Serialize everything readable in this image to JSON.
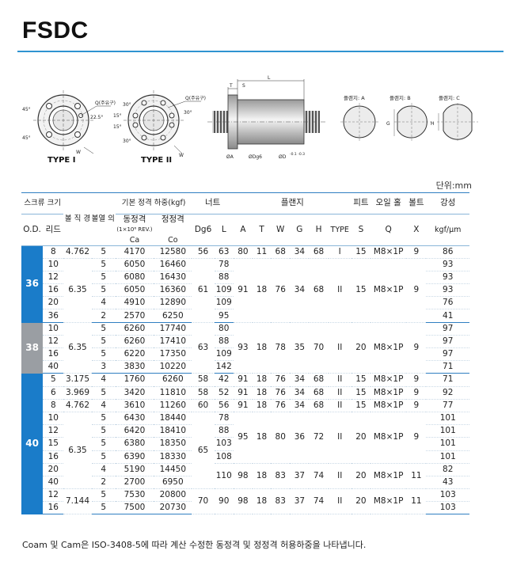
{
  "title": "FSDC",
  "unit": "단위:mm",
  "footnote": "Coam 및 Cam은 ISO-3408-5에 따라 계산 수정한 동정격 및 정정격 허용하중을 나타냅니다.",
  "drawing": {
    "type1_label": "TYPE I",
    "type2_label": "TYPE II",
    "q_label": "Q(주유구)",
    "angles1": [
      "45°",
      "22.5°",
      "45°"
    ],
    "angles2": [
      "30°",
      "30°",
      "15°",
      "15°",
      "30°"
    ],
    "w_label": "W",
    "side_labels": [
      "L",
      "T",
      "S",
      "ØA",
      "ØDg6",
      "ØD"
    ],
    "side_tol": "-0.1\n-0.3",
    "flange_labels": [
      "플랜지: A",
      "플랜지: B",
      "플랜지: C"
    ],
    "g_label": "G",
    "h_label": "H"
  },
  "header": {
    "screw_size": "스크류 크기",
    "od": "O.D.",
    "lead": "리드",
    "ball_dia": "볼 직 경",
    "ball_rows": "볼열 의 수",
    "basic_load": "기본 정격 하중(kgf)",
    "dyn_rating": "동정격",
    "dyn_sub": "(1×10⁶ REV.)",
    "ca": "Ca",
    "static_rating": "정정격",
    "co": "Co",
    "nut": "너트",
    "dg6": "Dg6",
    "l": "L",
    "flange": "플랜지",
    "a": "A",
    "t": "T",
    "w": "W",
    "g": "G",
    "h": "H",
    "type": "TYPE",
    "pitch": "피트",
    "s": "S",
    "oil_hole": "오일 홀",
    "q": "Q",
    "bolt": "볼트",
    "x": "X",
    "rigidity": "강성",
    "rig_unit": "kgf/μm"
  },
  "rows": [
    {
      "lead": "8",
      "ball": "4.762",
      "rows": "5",
      "ca": "4170",
      "co": "12580",
      "dg6": "56",
      "l": "63",
      "a": "80",
      "t": "11",
      "w": "68",
      "g": "34",
      "h": "68",
      "type": "I",
      "s": "15",
      "q": "M8×1P",
      "x": "9",
      "rig": "86"
    },
    {
      "lead": "10",
      "ball": "",
      "rows": "5",
      "ca": "6050",
      "co": "16460",
      "dg6": "",
      "l": "78",
      "a": "",
      "t": "",
      "w": "",
      "g": "",
      "h": "",
      "type": "",
      "s": "",
      "q": "",
      "x": "",
      "rig": "93"
    },
    {
      "lead": "12",
      "ball": "",
      "rows": "5",
      "ca": "6080",
      "co": "16430",
      "dg6": "",
      "l": "88",
      "a": "",
      "t": "",
      "w": "",
      "g": "",
      "h": "",
      "type": "",
      "s": "",
      "q": "",
      "x": "",
      "rig": "93"
    },
    {
      "lead": "16",
      "ball": "6.35",
      "rows": "5",
      "ca": "6050",
      "co": "16360",
      "dg6": "61",
      "l": "109",
      "a": "91",
      "t": "18",
      "w": "76",
      "g": "34",
      "h": "68",
      "type": "II",
      "s": "15",
      "q": "M8×1P",
      "x": "9",
      "rig": "93"
    },
    {
      "lead": "20",
      "ball": "",
      "rows": "4",
      "ca": "4910",
      "co": "12890",
      "dg6": "",
      "l": "109",
      "a": "",
      "t": "",
      "w": "",
      "g": "",
      "h": "",
      "type": "",
      "s": "",
      "q": "",
      "x": "",
      "rig": "76"
    },
    {
      "lead": "36",
      "ball": "",
      "rows": "2",
      "ca": "2570",
      "co": "6250",
      "dg6": "",
      "l": "95",
      "a": "",
      "t": "",
      "w": "",
      "g": "",
      "h": "",
      "type": "",
      "s": "",
      "q": "",
      "x": "",
      "rig": "41"
    },
    {
      "lead": "10",
      "ball": "",
      "rows": "5",
      "ca": "6260",
      "co": "17740",
      "dg6": "",
      "l": "80",
      "a": "",
      "t": "",
      "w": "",
      "g": "",
      "h": "",
      "type": "",
      "s": "",
      "q": "",
      "x": "",
      "rig": "97"
    },
    {
      "lead": "12",
      "ball": "6.35",
      "rows": "5",
      "ca": "6260",
      "co": "17410",
      "dg6": "63",
      "l": "88",
      "a": "93",
      "t": "18",
      "w": "78",
      "g": "35",
      "h": "70",
      "type": "II",
      "s": "20",
      "q": "M8×1P",
      "x": "9",
      "rig": "97"
    },
    {
      "lead": "16",
      "ball": "",
      "rows": "5",
      "ca": "6220",
      "co": "17350",
      "dg6": "",
      "l": "109",
      "a": "",
      "t": "",
      "w": "",
      "g": "",
      "h": "",
      "type": "",
      "s": "",
      "q": "",
      "x": "",
      "rig": "97"
    },
    {
      "lead": "40",
      "ball": "",
      "rows": "3",
      "ca": "3830",
      "co": "10220",
      "dg6": "",
      "l": "142",
      "a": "",
      "t": "",
      "w": "",
      "g": "",
      "h": "",
      "type": "",
      "s": "",
      "q": "",
      "x": "",
      "rig": "71"
    },
    {
      "lead": "5",
      "ball": "3.175",
      "rows": "4",
      "ca": "1760",
      "co": "6260",
      "dg6": "58",
      "l": "42",
      "a": "91",
      "t": "18",
      "w": "76",
      "g": "34",
      "h": "68",
      "type": "II",
      "s": "15",
      "q": "M8×1P",
      "x": "9",
      "rig": "71"
    },
    {
      "lead": "6",
      "ball": "3.969",
      "rows": "5",
      "ca": "3420",
      "co": "11810",
      "dg6": "58",
      "l": "52",
      "a": "91",
      "t": "18",
      "w": "76",
      "g": "34",
      "h": "68",
      "type": "II",
      "s": "15",
      "q": "M8×1P",
      "x": "9",
      "rig": "92"
    },
    {
      "lead": "8",
      "ball": "4.762",
      "rows": "4",
      "ca": "3610",
      "co": "11260",
      "dg6": "60",
      "l": "56",
      "a": "91",
      "t": "18",
      "w": "76",
      "g": "34",
      "h": "68",
      "type": "II",
      "s": "15",
      "q": "M8×1P",
      "x": "9",
      "rig": "77"
    },
    {
      "lead": "10",
      "ball": "",
      "rows": "5",
      "ca": "6430",
      "co": "18440",
      "dg6": "",
      "l": "78",
      "a": "",
      "t": "",
      "w": "",
      "g": "",
      "h": "",
      "type": "",
      "s": "",
      "q": "",
      "x": "",
      "rig": "101"
    },
    {
      "lead": "12",
      "ball": "",
      "rows": "5",
      "ca": "6420",
      "co": "18410",
      "dg6": "",
      "l": "88",
      "a": "95",
      "t": "18",
      "w": "80",
      "g": "36",
      "h": "72",
      "type": "II",
      "s": "20",
      "q": "M8×1P",
      "x": "9",
      "rig": "101"
    },
    {
      "lead": "15",
      "ball": "6.35",
      "rows": "5",
      "ca": "6380",
      "co": "18350",
      "dg6": "65",
      "l": "103",
      "a": "",
      "t": "",
      "w": "",
      "g": "",
      "h": "",
      "type": "",
      "s": "",
      "q": "",
      "x": "",
      "rig": "101"
    },
    {
      "lead": "16",
      "ball": "",
      "rows": "5",
      "ca": "6390",
      "co": "18330",
      "dg6": "",
      "l": "108",
      "a": "",
      "t": "",
      "w": "",
      "g": "",
      "h": "",
      "type": "",
      "s": "",
      "q": "",
      "x": "",
      "rig": "101"
    },
    {
      "lead": "20",
      "ball": "",
      "rows": "4",
      "ca": "5190",
      "co": "14450",
      "dg6": "",
      "l": "110",
      "a": "98",
      "t": "18",
      "w": "83",
      "g": "37",
      "h": "74",
      "type": "II",
      "s": "20",
      "q": "M8×1P",
      "x": "11",
      "rig": "82"
    },
    {
      "lead": "40",
      "ball": "",
      "rows": "2",
      "ca": "2700",
      "co": "6950",
      "dg6": "",
      "l": "",
      "a": "",
      "t": "",
      "w": "",
      "g": "",
      "h": "",
      "type": "",
      "s": "",
      "q": "",
      "x": "",
      "rig": "43"
    },
    {
      "lead": "12",
      "ball": "7.144",
      "rows": "5",
      "ca": "7530",
      "co": "20800",
      "dg6": "70",
      "l": "90",
      "a": "98",
      "t": "18",
      "w": "83",
      "g": "37",
      "h": "74",
      "type": "II",
      "s": "20",
      "q": "M8×1P",
      "x": "11",
      "rig": "103"
    },
    {
      "lead": "16",
      "ball": "",
      "rows": "5",
      "ca": "7500",
      "co": "20730",
      "dg6": "",
      "l": "",
      "a": "",
      "t": "",
      "w": "",
      "g": "",
      "h": "",
      "type": "",
      "s": "",
      "q": "",
      "x": "",
      "rig": "103"
    }
  ],
  "od_groups": [
    "36",
    "38",
    "40"
  ]
}
